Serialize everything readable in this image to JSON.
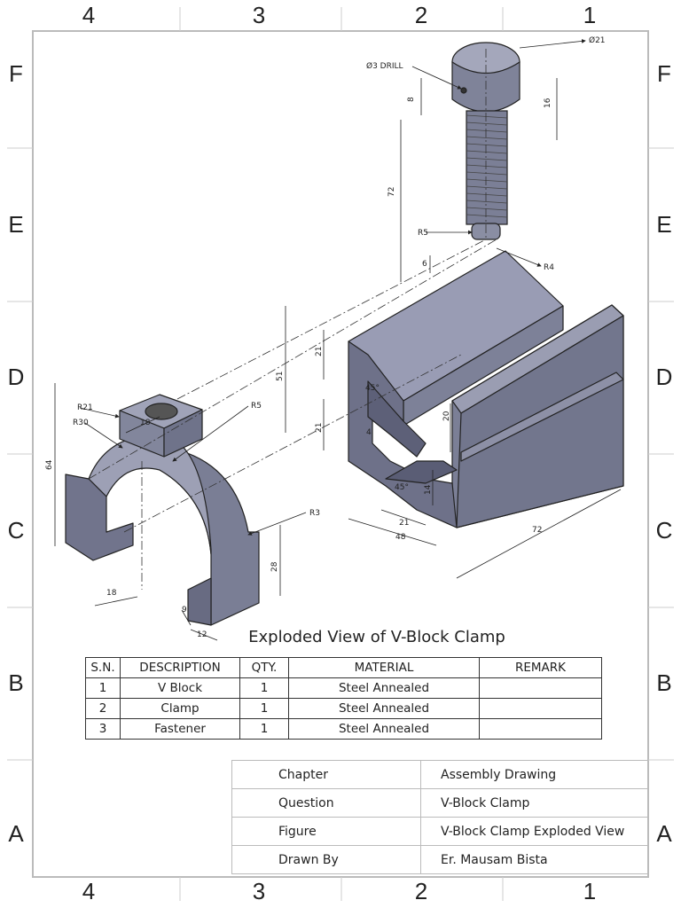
{
  "zones": {
    "columns": [
      "4",
      "3",
      "2",
      "1"
    ],
    "rows": [
      "F",
      "E",
      "D",
      "C",
      "B",
      "A"
    ]
  },
  "title": "Exploded View of V-Block Clamp",
  "bom": {
    "headers": [
      "S.N.",
      "DESCRIPTION",
      "QTY.",
      "MATERIAL",
      "REMARK"
    ],
    "rows": [
      [
        "1",
        "V Block",
        "1",
        "Steel Annealed",
        ""
      ],
      [
        "2",
        "Clamp",
        "1",
        "Steel Annealed",
        ""
      ],
      [
        "3",
        "Fastener",
        "1",
        "Steel Annealed",
        ""
      ]
    ]
  },
  "title_block": [
    {
      "key": "Chapter",
      "value": "Assembly Drawing"
    },
    {
      "key": "Question",
      "value": "V-Block Clamp"
    },
    {
      "key": "Figure",
      "value": "V-Block Clamp Exploded View"
    },
    {
      "key": "Drawn By",
      "value": "Er. Mausam Bista"
    }
  ],
  "dimensions": {
    "fastener_dia": "Ø21",
    "drill": "Ø3 DRILL",
    "d8": "8",
    "d16": "16",
    "d72_bolt": "72",
    "r5_bolt": "R5",
    "d6": "6",
    "r4": "R4",
    "d51": "51",
    "d21_top": "21",
    "d21_mid": "21",
    "a45_top": "45°",
    "d4": "4",
    "d20": "20",
    "a45_bot": "45°",
    "d14": "14",
    "d21_bot": "21",
    "d48": "48",
    "d72_block": "72",
    "r21": "R21",
    "r30": "R30",
    "d18_top": "18",
    "r5_clamp": "R5",
    "d64": "64",
    "r3": "R3",
    "d28": "28",
    "d18_bot": "18",
    "d9": "9",
    "d12": "12"
  }
}
